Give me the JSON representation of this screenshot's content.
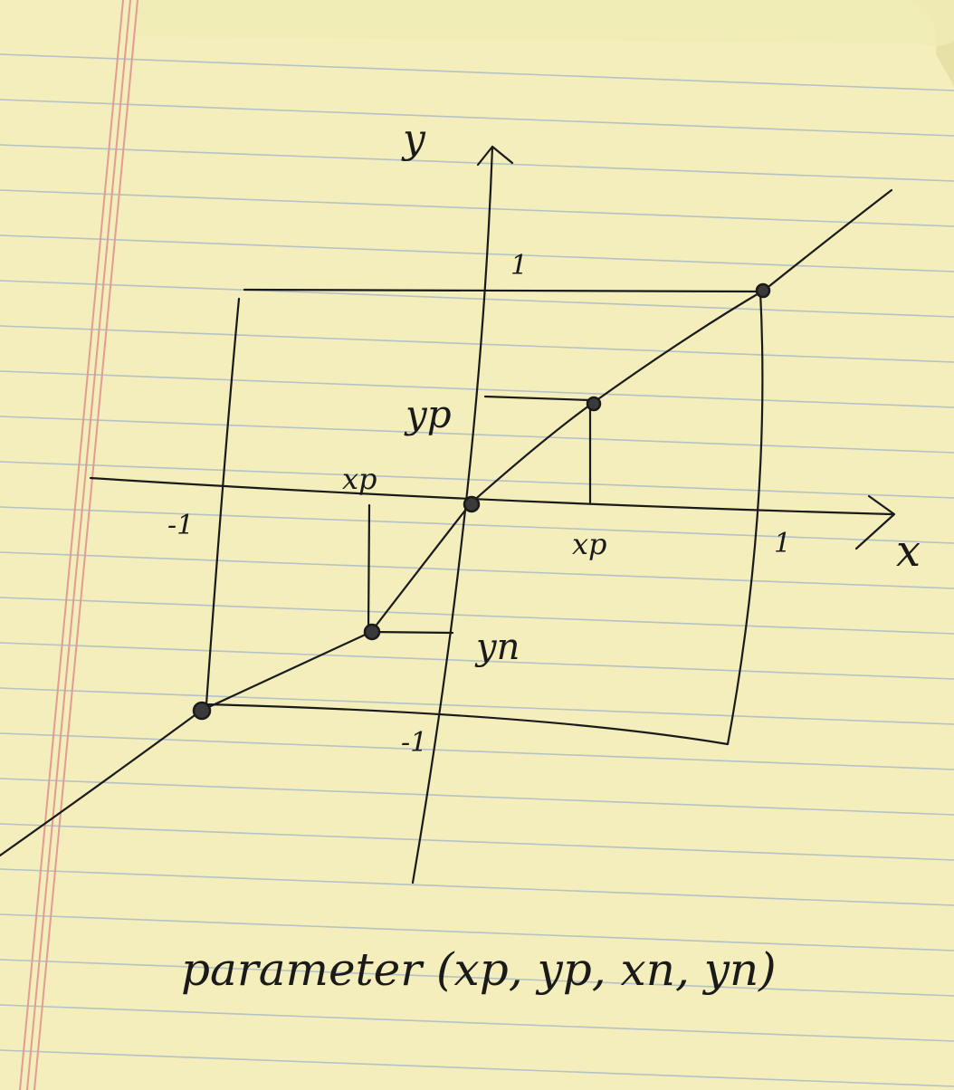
{
  "axes": {
    "x_label": "x",
    "y_label": "y"
  },
  "ticks": {
    "x_neg": "-1",
    "x_pos": "1",
    "y_pos": "1",
    "y_neg": "-1"
  },
  "points": {
    "xp_top": "xp",
    "yp_left": "yp",
    "xp_bottom": "xp",
    "yn_right": "yn"
  },
  "caption": "parameter (xp, yp, xn, yn)",
  "colors": {
    "paper": "#f3eebb",
    "rule_line": "#9fb4c9",
    "margin_line": "#e39b95",
    "ink": "#1a1a1a",
    "background": "#6f6558"
  }
}
